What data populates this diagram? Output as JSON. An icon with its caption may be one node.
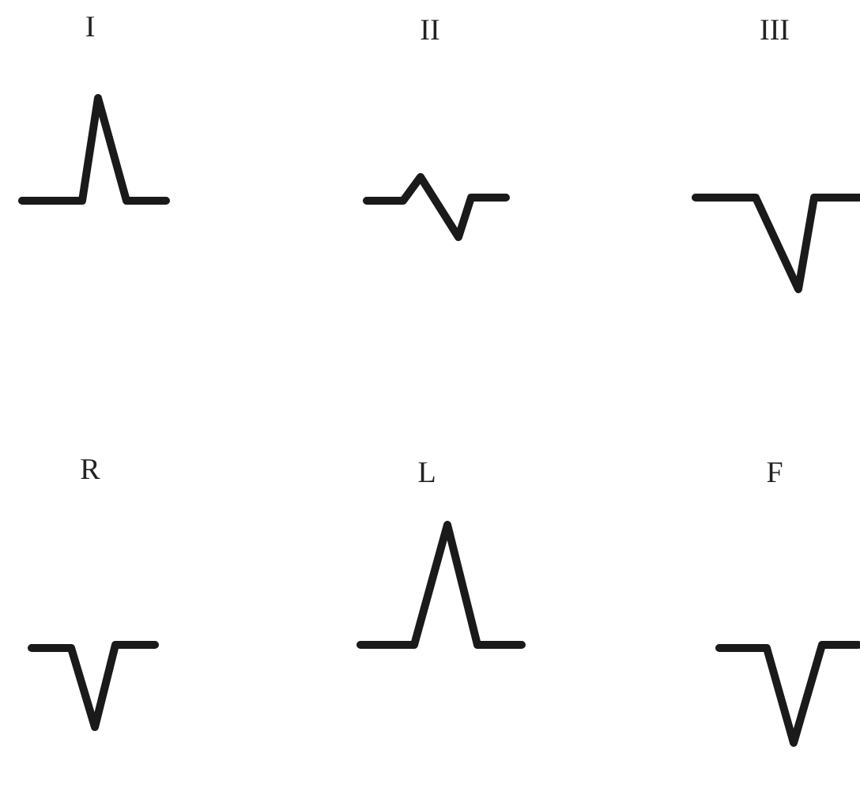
{
  "diagram": {
    "labels": [
      "I",
      "II",
      "III",
      "R",
      "L",
      "F"
    ]
  }
}
